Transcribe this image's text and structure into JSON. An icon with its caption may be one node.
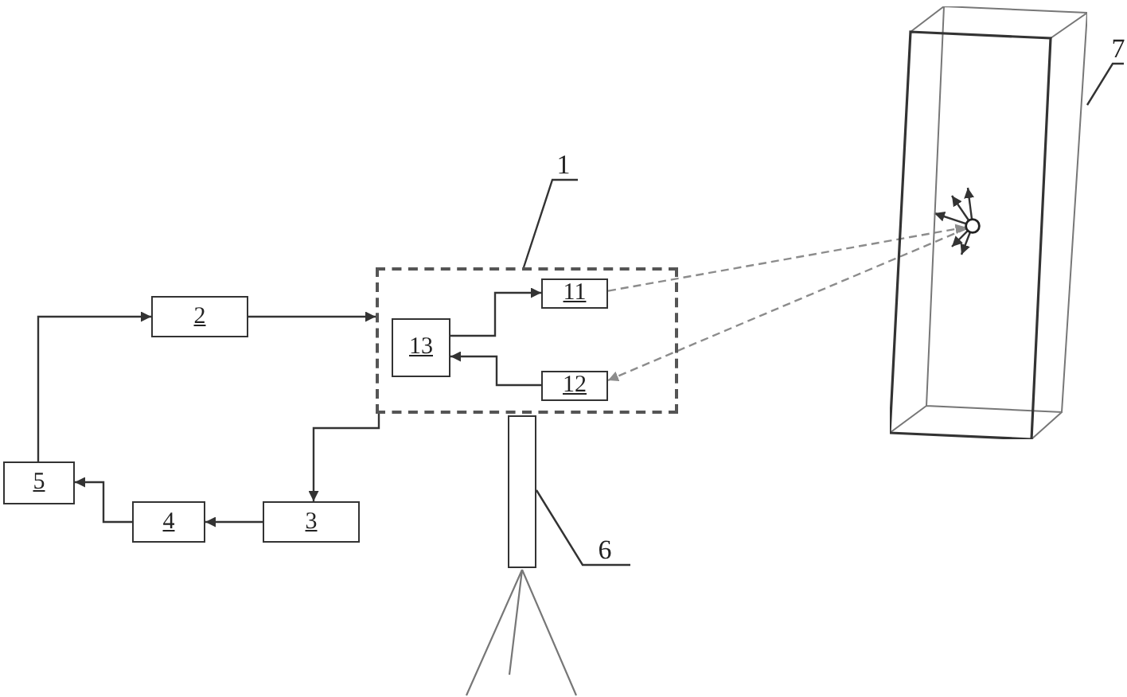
{
  "diagram": {
    "nodes": [
      {
        "text": [
          "1"
        ]
      },
      {
        "text": [],
        "shape": "box"
      },
      {
        "text": [
          "11"
        ],
        "in": 1
      },
      {
        "text": [
          "13"
        ],
        "in": 1
      },
      {
        "text": [
          "12"
        ],
        "in": 1
      },
      {
        "text": [
          "2"
        ]
      },
      {
        "text": [
          "5"
        ]
      },
      {
        "text": [
          "4"
        ]
      },
      {
        "text": [
          "3"
        ]
      },
      {
        "text": [
          "7"
        ]
      },
      {
        "text": [],
        "shape": "box"
      },
      {
        "text": [],
        "shape": "circle",
        "in": 10
      },
      {
        "text": [
          "6"
        ]
      },
      {
        "text": [],
        "shape": "bar"
      }
    ],
    "edges": [
      {
        "from": 0,
        "to": 1,
        "arrow": "none"
      },
      {
        "from": 3,
        "to": 2,
        "arrow": "to"
      },
      {
        "from": 4,
        "to": 3,
        "arrow": "to"
      },
      {
        "from": 2,
        "to": 11,
        "arrow": "to",
        "style": "dashed",
        "color": "#8c8c8c"
      },
      {
        "from": 11,
        "to": 4,
        "arrow": "to",
        "style": "dashed",
        "color": "#8c8c8c"
      },
      {
        "from": 6,
        "to": 5,
        "arrow": "to"
      },
      {
        "from": 5,
        "to": 1,
        "arrow": "to"
      },
      {
        "from": 1,
        "to": 8,
        "arrow": "to"
      },
      {
        "from": 8,
        "to": 7,
        "arrow": "to"
      },
      {
        "from": 7,
        "to": 6,
        "arrow": "to"
      },
      {
        "from": 9,
        "to": 10,
        "arrow": "none"
      },
      {
        "from": 11,
        "to": null,
        "arrow": "to"
      },
      {
        "from": 11,
        "to": null,
        "arrow": "to"
      },
      {
        "from": 11,
        "to": null,
        "arrow": "to"
      },
      {
        "from": 11,
        "to": null,
        "arrow": "to"
      },
      {
        "from": 11,
        "to": null,
        "arrow": "to"
      },
      {
        "from": 12,
        "to": 13,
        "arrow": "none"
      }
    ]
  }
}
